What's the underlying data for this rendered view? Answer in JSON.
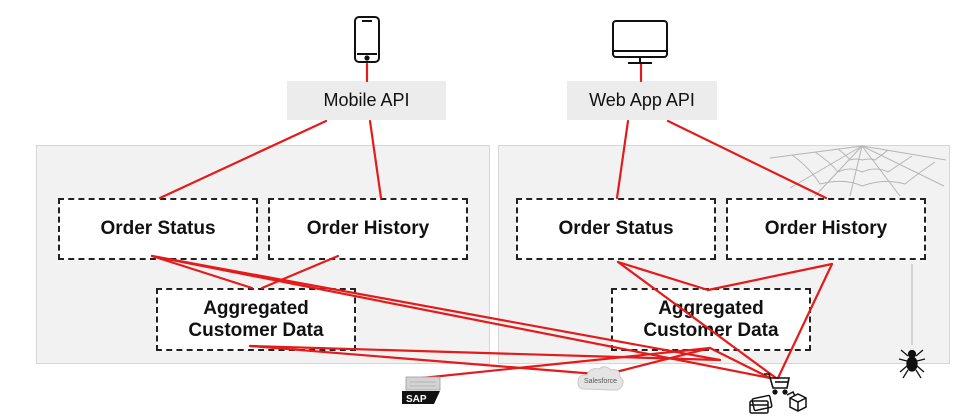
{
  "clients": {
    "mobile": {
      "icon": "smartphone-icon",
      "api_label": "Mobile API"
    },
    "web": {
      "icon": "desktop-monitor-icon",
      "api_label": "Web App API"
    }
  },
  "left_panel": {
    "order_status": "Order Status",
    "order_history": "Order History",
    "aggregated_line1": "Aggregated",
    "aggregated_line2": "Customer Data"
  },
  "right_panel": {
    "order_status": "Order Status",
    "order_history": "Order History",
    "aggregated_line1": "Aggregated",
    "aggregated_line2": "Customer Data",
    "decorations": [
      "spider-web-icon",
      "spider-icon"
    ]
  },
  "backends": {
    "sap": {
      "icon": "sap-logo-icon",
      "label": "SAP"
    },
    "salesforce": {
      "icon": "salesforce-cloud-icon",
      "label": "Salesforce"
    },
    "commerce": {
      "icons": [
        "shopping-cart-icon",
        "credit-cards-icon",
        "packages-icon"
      ]
    }
  },
  "colors": {
    "connector": "#e31b1b",
    "panel": "#f2f2f2",
    "api_box": "#ececec",
    "web_decoration": "#b5b5b5"
  }
}
